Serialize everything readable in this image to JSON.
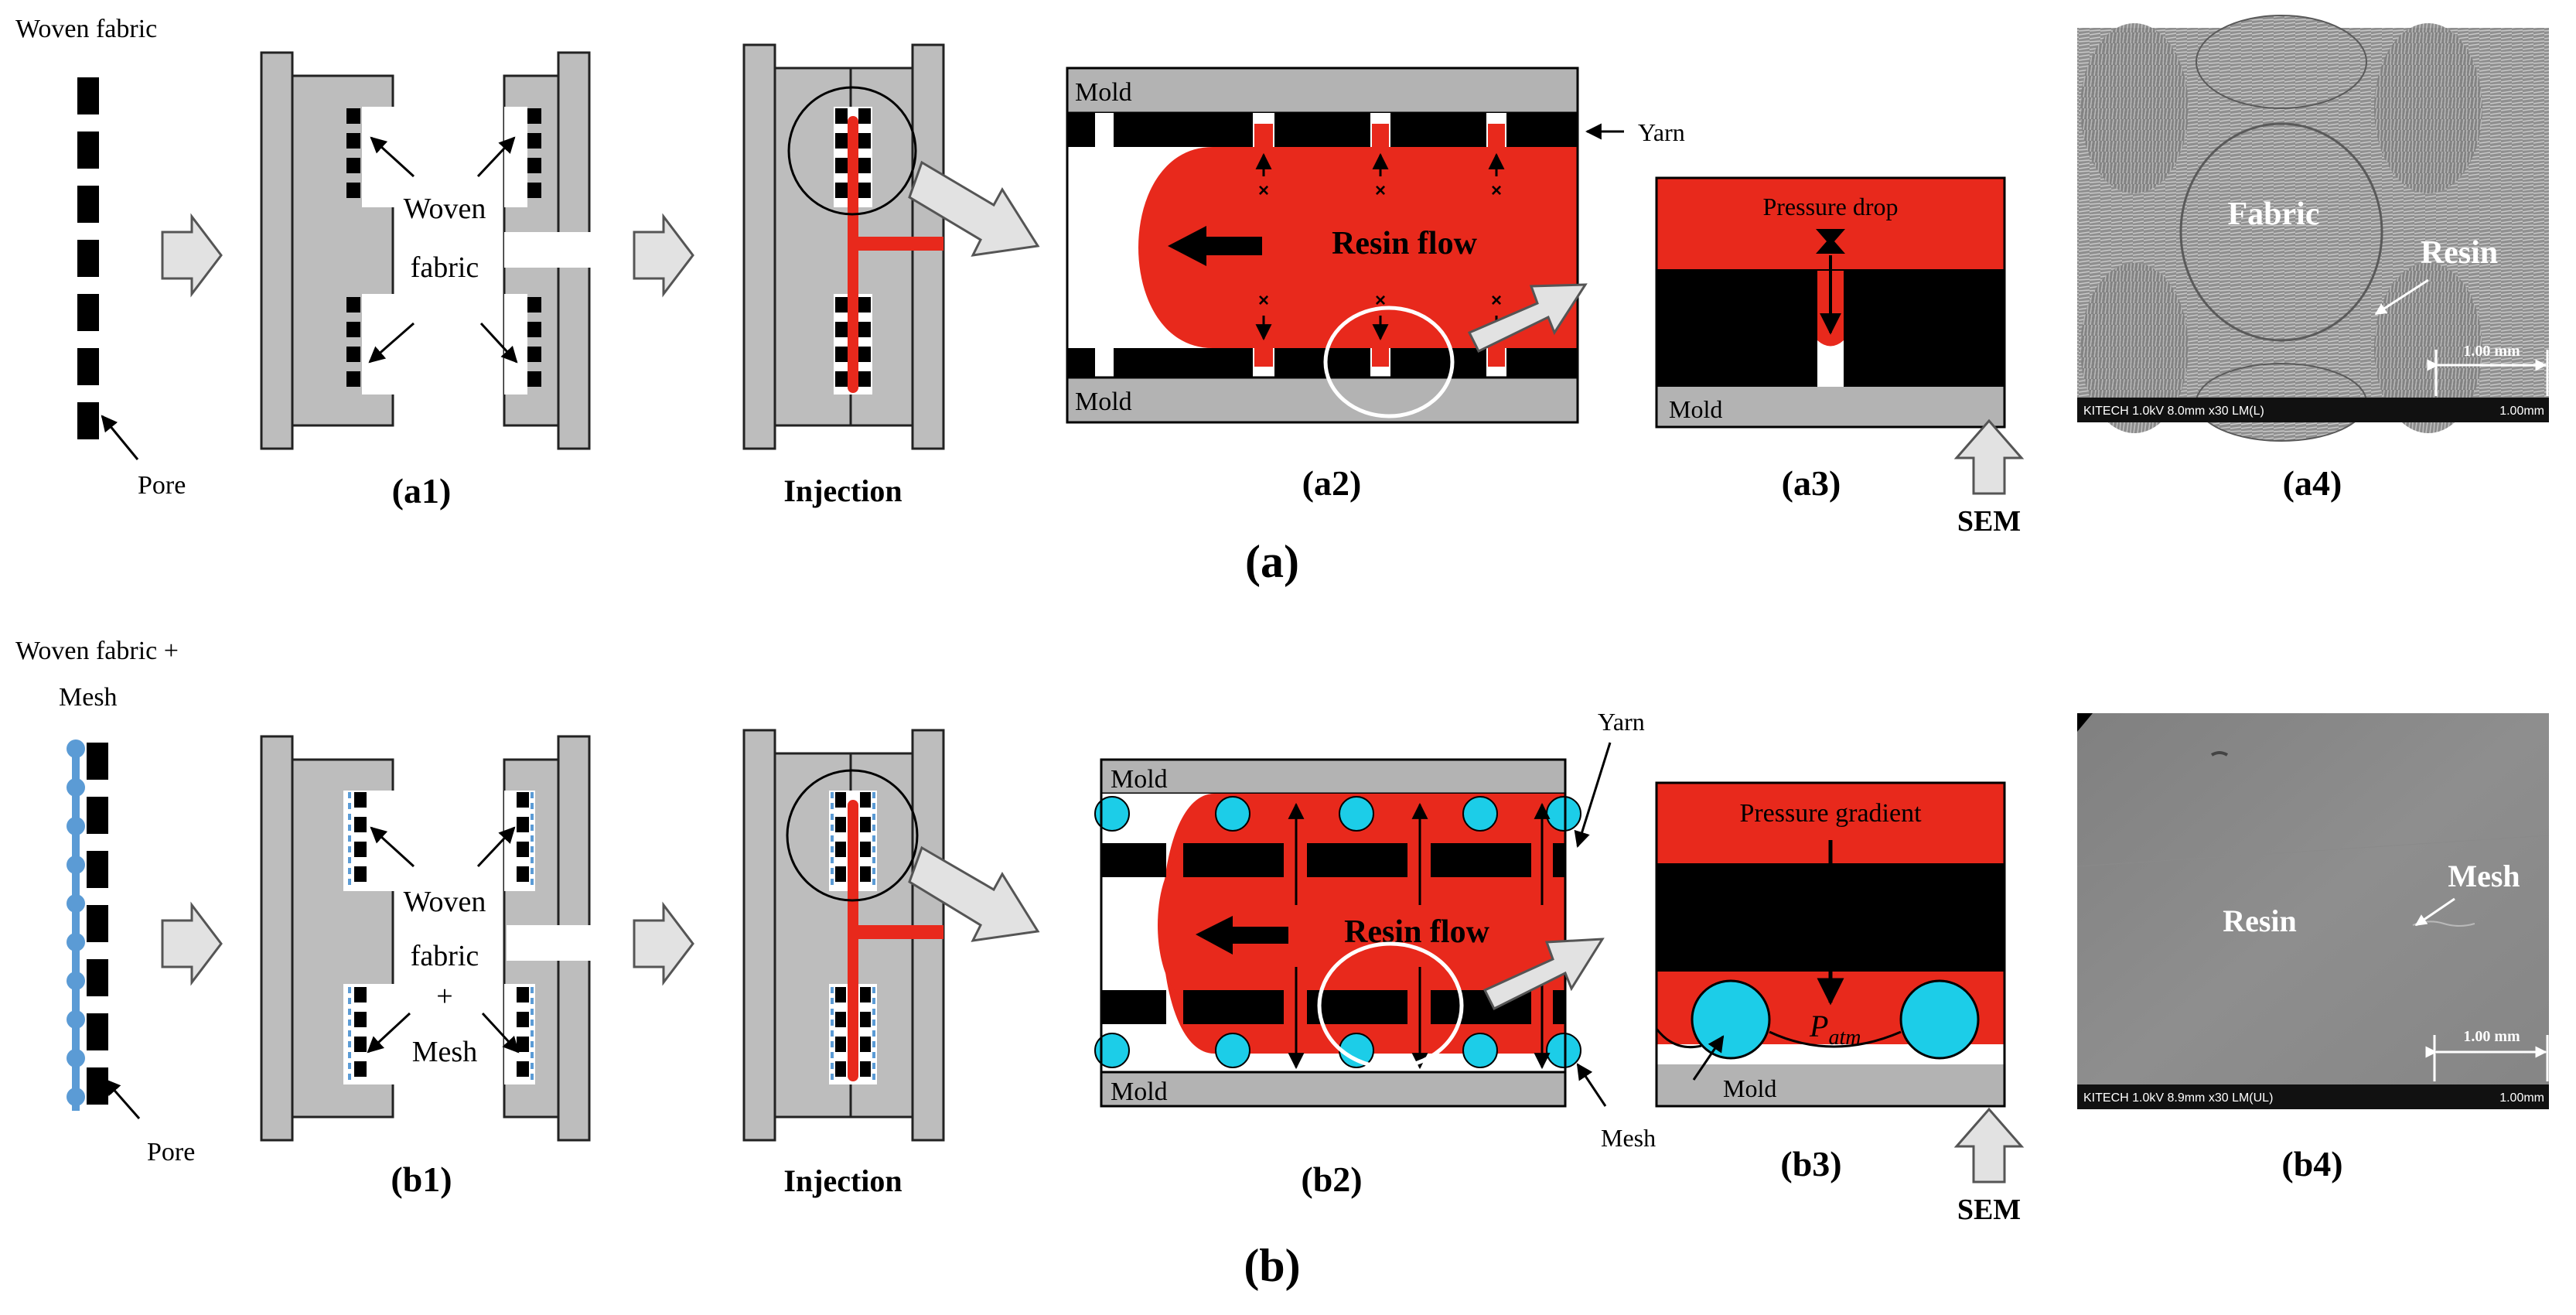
{
  "colors": {
    "resin": "#e8291c",
    "mold": "#b3b3b3",
    "yarn": "#000000",
    "mesh_cyan": "#1ccde8",
    "mesh_blue": "#5b9bd5",
    "sem_bg_a": "#8c8c8c",
    "sem_bg_b": "#8a8a8a"
  },
  "row_a": {
    "woven_fabric_label": "Woven fabric",
    "pore_label": "Pore",
    "a1_woven": "Woven",
    "a1_fabric": "fabric",
    "a1_caption": "(a1)",
    "injection_label": "Injection",
    "a2_mold_top": "Mold",
    "a2_mold_bottom": "Mold",
    "a2_yarn": "Yarn",
    "a2_resin_flow": "Resin flow",
    "a2_caption": "(a2)",
    "a3_pressure": "Pressure drop",
    "a3_mold": "Mold",
    "a3_caption": "(a3)",
    "a3_sem": "SEM",
    "a4_fabric": "Fabric",
    "a4_resin": "Resin",
    "a4_scale": "1.00 mm",
    "a4_footer_left": "KITECH 1.0kV 8.0mm x30 LM(L)",
    "a4_footer_right": "1.00mm",
    "a4_caption": "(a4)",
    "group_caption": "(a)"
  },
  "row_b": {
    "woven_fabric_label": "Woven fabric +",
    "mesh_label": "Mesh",
    "pore_label": "Pore",
    "b1_woven": "Woven",
    "b1_fabric": "fabric",
    "b1_plus": "+",
    "b1_mesh": "Mesh",
    "b1_caption": "(b1)",
    "injection_label": "Injection",
    "b2_mold_top": "Mold",
    "b2_mold_bottom": "Mold",
    "b2_yarn": "Yarn",
    "b2_mesh": "Mesh",
    "b2_resin_flow": "Resin flow",
    "b2_caption": "(b2)",
    "b3_pressure": "Pressure gradient",
    "b3_patm": "P",
    "b3_patm_sub": "atm",
    "b3_mold": "Mold",
    "b3_caption": "(b3)",
    "b3_sem": "SEM",
    "b4_resin": "Resin",
    "b4_mesh": "Mesh",
    "b4_scale": "1.00 mm",
    "b4_footer_left": "KITECH 1.0kV 8.9mm x30 LM(UL)",
    "b4_footer_right": "1.00mm",
    "b4_caption": "(b4)",
    "group_caption": "(b)"
  }
}
